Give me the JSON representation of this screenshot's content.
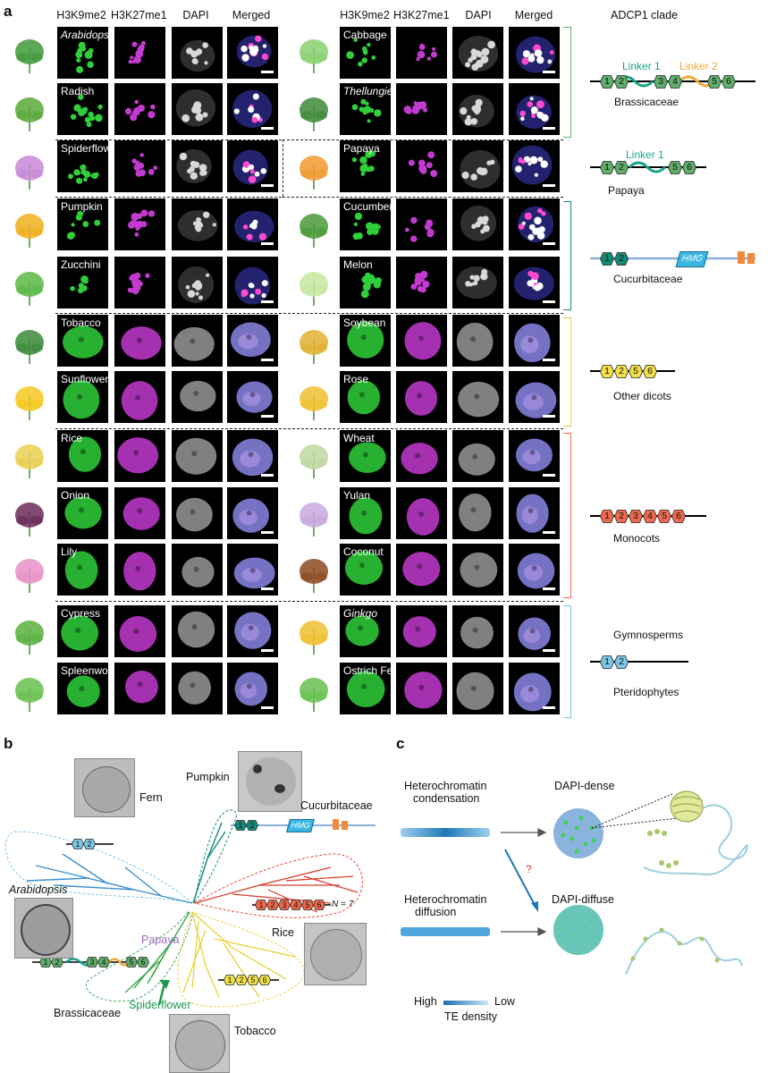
{
  "panel_a": {
    "label": "a",
    "column_headers": [
      "H3K9me2",
      "H3K27me1",
      "DAPI",
      "Merged"
    ],
    "clade_header": "ADCP1 clade",
    "rows_left": [
      {
        "name": "Arabidopsis",
        "italic": true
      },
      {
        "name": "Radish",
        "italic": false
      },
      {
        "name": "Spiderflower",
        "italic": false
      },
      {
        "name": "Pumpkin",
        "italic": false
      },
      {
        "name": "Zucchini",
        "italic": false
      },
      {
        "name": "Tobacco",
        "italic": false
      },
      {
        "name": "Sunflower",
        "italic": false
      },
      {
        "name": "Rice",
        "italic": false
      },
      {
        "name": "Onion",
        "italic": false
      },
      {
        "name": "Lily",
        "italic": false
      },
      {
        "name": "Cypress",
        "italic": false
      },
      {
        "name": "Spleenwort",
        "italic": false
      }
    ],
    "rows_right": [
      {
        "name": "Cabbage",
        "italic": false
      },
      {
        "name": "Thellungiella",
        "italic": true
      },
      {
        "name": "Papaya",
        "italic": false
      },
      {
        "name": "Cucumber",
        "italic": false
      },
      {
        "name": "Melon",
        "italic": false
      },
      {
        "name": "Soybean",
        "italic": false
      },
      {
        "name": "Rose",
        "italic": false
      },
      {
        "name": "Wheat",
        "italic": false
      },
      {
        "name": "Yulan",
        "italic": false
      },
      {
        "name": "Coconut",
        "italic": false
      },
      {
        "name": "Ginkgo",
        "italic": true
      },
      {
        "name": "Ostrich Fern",
        "italic": false
      }
    ],
    "clades": [
      {
        "name": "Brassicaceae",
        "domains": [
          "1",
          "2",
          "3",
          "4",
          "5",
          "6"
        ],
        "linker1": "Linker 1",
        "linker2": "Linker 2"
      },
      {
        "name": "Papaya",
        "domains": [
          "1",
          "2",
          "5",
          "6"
        ],
        "linker1": "Linker 1"
      },
      {
        "name": "Cucurbitaceae",
        "domains": [
          "1",
          "2"
        ],
        "hmg": "HMG"
      },
      {
        "name": "Other dicots",
        "domains": [
          "1",
          "2",
          "5",
          "6"
        ]
      },
      {
        "name": "Monocots",
        "domains": [
          "1",
          "2",
          "3",
          "4",
          "5",
          "6"
        ]
      },
      {
        "name": "Gymnosperms",
        "domains": [
          "1",
          "2"
        ]
      },
      {
        "name": "Pteridophytes",
        "domains": []
      }
    ]
  },
  "panel_b": {
    "label": "b",
    "labels": {
      "fern": "Fern",
      "pumpkin": "Pumpkin",
      "cucurbitaceae": "Cucurbitaceae",
      "arabidopsis": "Arabidopsis",
      "papaya": "Papaya",
      "rice": "Rice",
      "brassicaceae": "Brassicaceae",
      "spiderflower": "Spiderflower",
      "tobacco": "Tobacco",
      "n7": "N = 7",
      "hmg": "HMG"
    },
    "domain_sets": {
      "fern": [
        "1",
        "2"
      ],
      "cucurbit": [
        "1",
        "2"
      ],
      "monocot": [
        "1",
        "2",
        "3",
        "4",
        "5",
        "6"
      ],
      "brassica": [
        "1",
        "2",
        "3",
        "4",
        "5",
        "6"
      ],
      "dicot": [
        "1",
        "2",
        "5",
        "6"
      ]
    }
  },
  "panel_c": {
    "label": "c",
    "condensation": "Heterochromatin condensation",
    "condensation_l1": "Heterochromatin",
    "condensation_l2": "condensation",
    "diffusion_l1": "Heterochromatin",
    "diffusion_l2": "diffusion",
    "dense": "DAPI-dense",
    "diffuse": "DAPI-diffuse",
    "question": "?",
    "legend_high": "High",
    "legend_low": "Low",
    "legend_title": "TE density"
  },
  "colors": {
    "brassicaceae": "#5fae6b",
    "linker1": "#1aa48c",
    "linker2": "#f2a93b",
    "cucurbit": "#138a7a",
    "hmg": "#39b6e2",
    "dicot": "#f3e14a",
    "monocot": "#ee6a4e",
    "gymno": "#7cc7e8",
    "papaya_label": "#9a6cc0",
    "spiderflower_label": "#1a9a4a"
  }
}
